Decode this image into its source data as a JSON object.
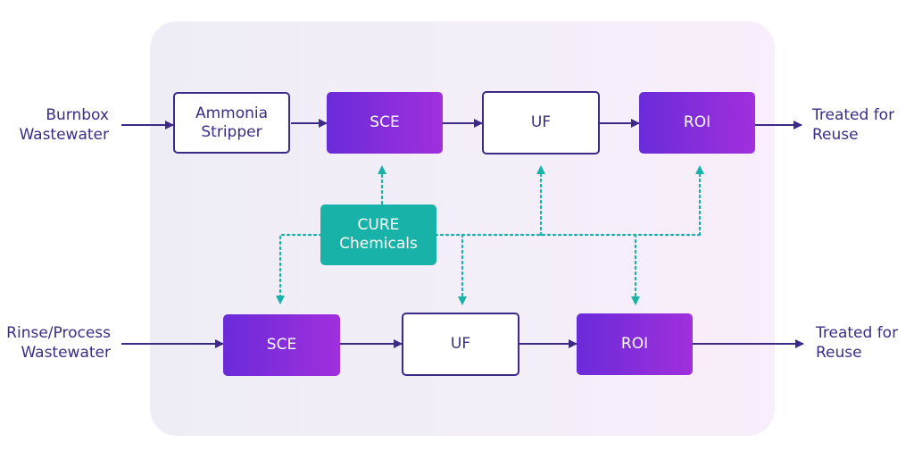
{
  "colors": {
    "navy": "#3d2a86",
    "purple_start": "#6a2bd9",
    "purple_end": "#a12fdc",
    "teal": "#19b2a8",
    "panel": "#f2eef7"
  },
  "inputs": {
    "burnbox": [
      "Burnbox",
      "Wastewater"
    ],
    "rinse": [
      "Rinse/Process",
      "Wastewater"
    ]
  },
  "outputs": {
    "top": [
      "Treated for",
      "Reuse"
    ],
    "bottom": [
      "Treated for",
      "Reuse"
    ]
  },
  "top_row": {
    "ammonia": [
      "Ammonia",
      "Stripper"
    ],
    "sce": "SCE",
    "uf": "UF",
    "roi": "ROI"
  },
  "bottom_row": {
    "sce": "SCE",
    "uf": "UF",
    "roi": "ROI"
  },
  "chemicals": [
    "CURE",
    "Chemicals"
  ]
}
